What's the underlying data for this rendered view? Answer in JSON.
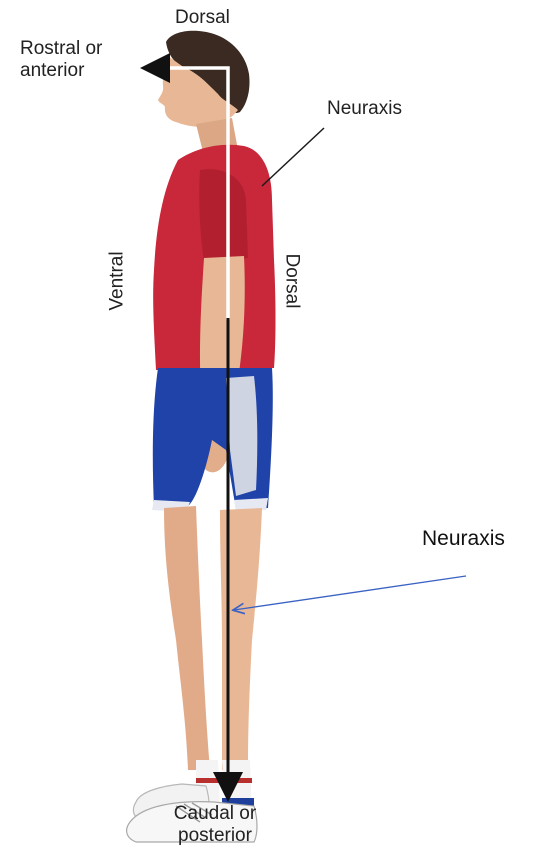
{
  "labels": {
    "dorsal_top": "Dorsal",
    "rostral": "Rostral or anterior",
    "neuraxis_top": "Neuraxis",
    "ventral": "Ventral",
    "dorsal_side": "Dorsal",
    "caudal": "Caudal or posterior",
    "neuraxis_annotation": "Neuraxis"
  },
  "colors": {
    "shirt": "#c8283a",
    "shorts": "#1f43a8",
    "skin": "#e8b896",
    "hair": "#3a2a22",
    "axis_line": "#111111",
    "annotation_arrow": "#3b63c4"
  }
}
